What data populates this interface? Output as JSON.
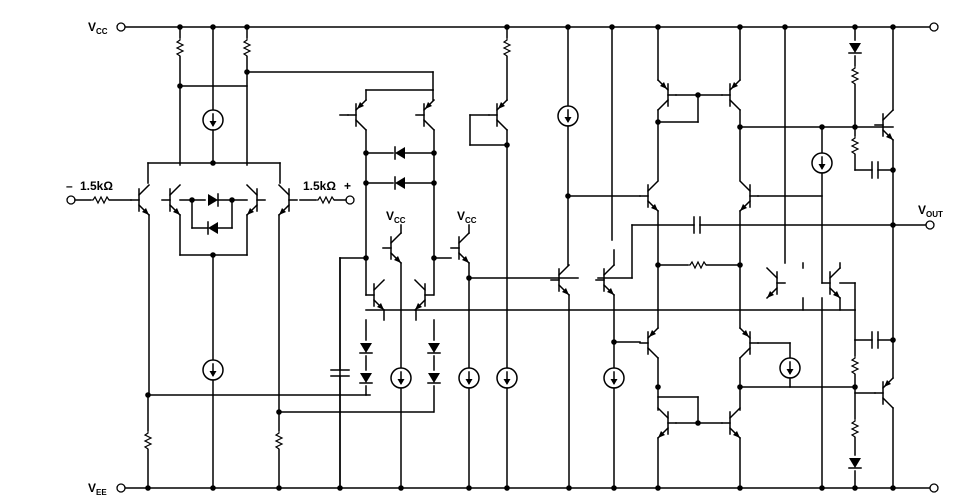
{
  "labels": {
    "vcc_main": {
      "main": "V",
      "sub": "CC"
    },
    "vee_main": {
      "main": "V",
      "sub": "EE"
    },
    "vout": {
      "main": "V",
      "sub": "OUT"
    },
    "vcc_local_1": {
      "main": "V",
      "sub": "CC"
    },
    "vcc_local_2": {
      "main": "V",
      "sub": "CC"
    },
    "input_minus_sign": "–",
    "input_minus_resistor": "1.5kΩ",
    "input_plus_resistor": "1.5kΩ",
    "input_plus_sign": "+"
  }
}
